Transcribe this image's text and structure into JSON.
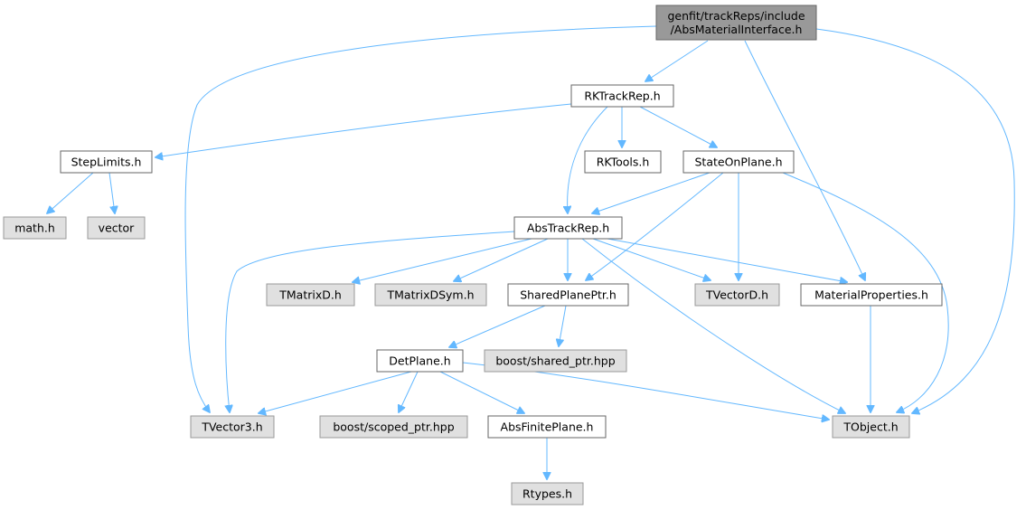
{
  "diagram": {
    "colors": {
      "root_fill": "#999999",
      "file_fill": "#ffffff",
      "system_fill": "#e0e0e0",
      "edge": "#63b8ff"
    },
    "nodes": [
      {
        "id": "root",
        "lines": [
          "genfit/trackReps/include",
          "/AbsMaterialInterface.h"
        ],
        "kind": "root"
      },
      {
        "id": "rktrackrep",
        "lines": [
          "RKTrackRep.h"
        ],
        "kind": "file"
      },
      {
        "id": "steplimits",
        "lines": [
          "StepLimits.h"
        ],
        "kind": "file"
      },
      {
        "id": "rktools",
        "lines": [
          "RKTools.h"
        ],
        "kind": "file"
      },
      {
        "id": "stateonplane",
        "lines": [
          "StateOnPlane.h"
        ],
        "kind": "file"
      },
      {
        "id": "math",
        "lines": [
          "math.h"
        ],
        "kind": "sys"
      },
      {
        "id": "vector",
        "lines": [
          "vector"
        ],
        "kind": "sys"
      },
      {
        "id": "abstrackrep",
        "lines": [
          "AbsTrackRep.h"
        ],
        "kind": "file"
      },
      {
        "id": "tmatrixd",
        "lines": [
          "TMatrixD.h"
        ],
        "kind": "sys"
      },
      {
        "id": "tmatrixdsym",
        "lines": [
          "TMatrixDSym.h"
        ],
        "kind": "sys"
      },
      {
        "id": "sharedplaneptr",
        "lines": [
          "SharedPlanePtr.h"
        ],
        "kind": "file"
      },
      {
        "id": "tvectord",
        "lines": [
          "TVectorD.h"
        ],
        "kind": "sys"
      },
      {
        "id": "materialproperties",
        "lines": [
          "MaterialProperties.h"
        ],
        "kind": "file"
      },
      {
        "id": "detplane",
        "lines": [
          "DetPlane.h"
        ],
        "kind": "file"
      },
      {
        "id": "boostshared",
        "lines": [
          "boost/shared_ptr.hpp"
        ],
        "kind": "sys"
      },
      {
        "id": "tvector3",
        "lines": [
          "TVector3.h"
        ],
        "kind": "sys"
      },
      {
        "id": "boostscoped",
        "lines": [
          "boost/scoped_ptr.hpp"
        ],
        "kind": "sys"
      },
      {
        "id": "absfiniteplane",
        "lines": [
          "AbsFinitePlane.h"
        ],
        "kind": "file"
      },
      {
        "id": "tobject",
        "lines": [
          "TObject.h"
        ],
        "kind": "sys"
      },
      {
        "id": "rtypes",
        "lines": [
          "Rtypes.h"
        ],
        "kind": "sys"
      }
    ],
    "edges": [
      {
        "from": "root",
        "to": "rktrackrep"
      },
      {
        "from": "root",
        "to": "tvector3"
      },
      {
        "from": "root",
        "to": "materialproperties"
      },
      {
        "from": "root",
        "to": "tobject"
      },
      {
        "from": "rktrackrep",
        "to": "steplimits"
      },
      {
        "from": "rktrackrep",
        "to": "abstrackrep"
      },
      {
        "from": "rktrackrep",
        "to": "rktools"
      },
      {
        "from": "rktrackrep",
        "to": "stateonplane"
      },
      {
        "from": "steplimits",
        "to": "math"
      },
      {
        "from": "steplimits",
        "to": "vector"
      },
      {
        "from": "stateonplane",
        "to": "abstrackrep"
      },
      {
        "from": "stateonplane",
        "to": "sharedplaneptr"
      },
      {
        "from": "stateonplane",
        "to": "tvectord"
      },
      {
        "from": "stateonplane",
        "to": "tobject"
      },
      {
        "from": "abstrackrep",
        "to": "tvector3"
      },
      {
        "from": "abstrackrep",
        "to": "tmatrixd"
      },
      {
        "from": "abstrackrep",
        "to": "tmatrixdsym"
      },
      {
        "from": "abstrackrep",
        "to": "sharedplaneptr"
      },
      {
        "from": "abstrackrep",
        "to": "tvectord"
      },
      {
        "from": "abstrackrep",
        "to": "materialproperties"
      },
      {
        "from": "abstrackrep",
        "to": "tobject"
      },
      {
        "from": "sharedplaneptr",
        "to": "detplane"
      },
      {
        "from": "sharedplaneptr",
        "to": "boostshared"
      },
      {
        "from": "materialproperties",
        "to": "tobject"
      },
      {
        "from": "detplane",
        "to": "tvector3"
      },
      {
        "from": "detplane",
        "to": "boostscoped"
      },
      {
        "from": "detplane",
        "to": "absfiniteplane"
      },
      {
        "from": "detplane",
        "to": "tobject"
      },
      {
        "from": "absfiniteplane",
        "to": "rtypes"
      }
    ]
  }
}
